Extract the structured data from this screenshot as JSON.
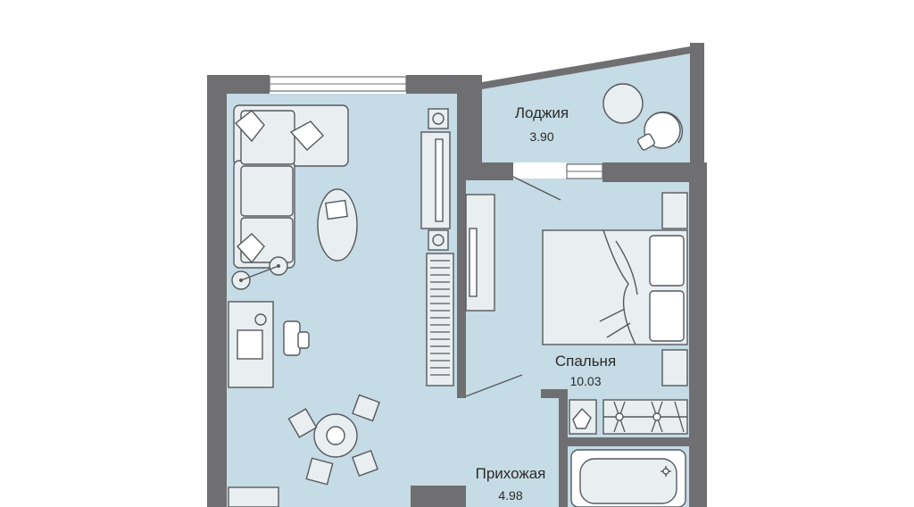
{
  "rooms": {
    "loggia": {
      "name": "Лоджия",
      "area": "3.90"
    },
    "bedroom": {
      "name": "Спальня",
      "area": "10.03"
    },
    "hallway": {
      "name": "Прихожая",
      "area": "4.98"
    }
  },
  "colors": {
    "floor": "#c5dbe5",
    "wall": "#6f6f71",
    "furniture_stroke": "#55595d",
    "background": "#ffffff"
  }
}
